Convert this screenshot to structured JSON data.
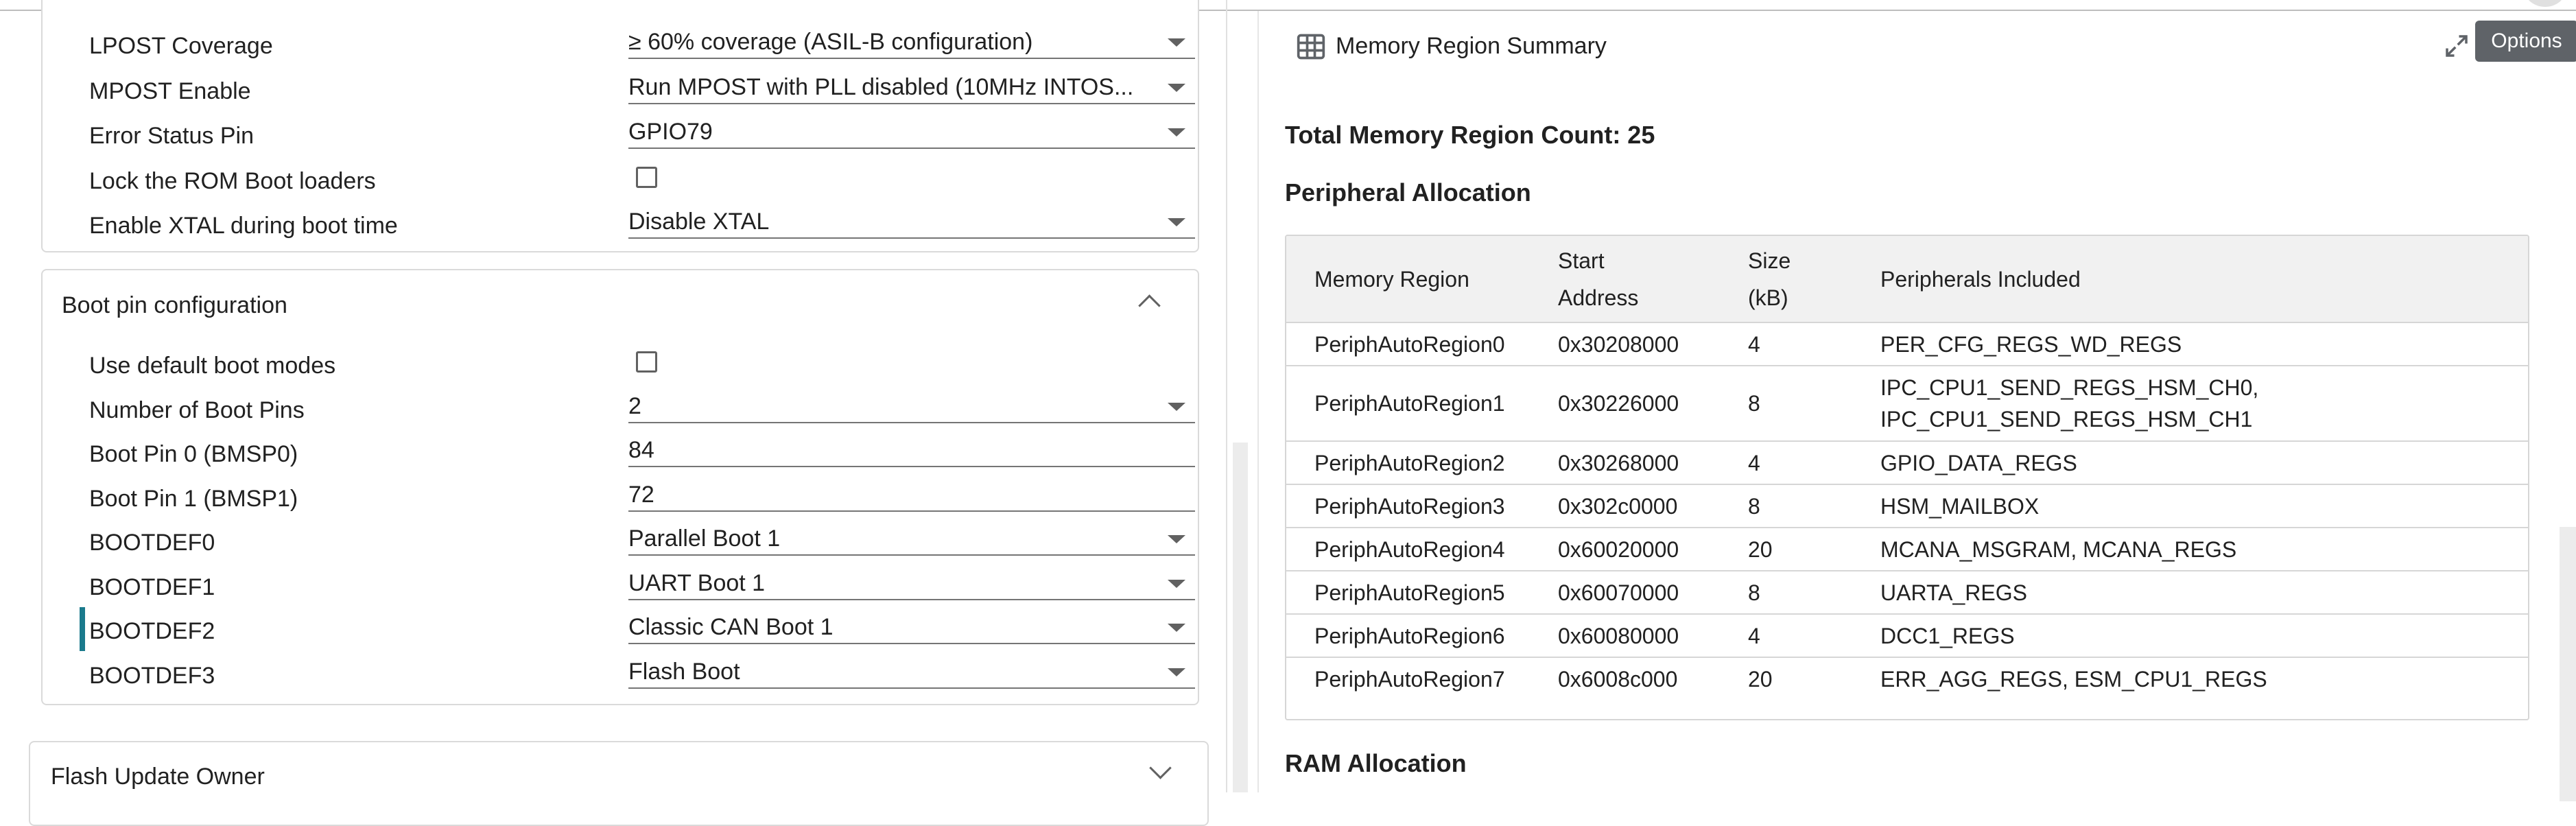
{
  "left_panel": {
    "rows_top": [
      {
        "label": "LPOST Coverage",
        "type": "select",
        "value": "≥ 60% coverage (ASIL-B configuration)"
      },
      {
        "label": "MPOST Enable",
        "type": "select",
        "value": "Run MPOST with PLL disabled (10MHz INTOS..."
      },
      {
        "label": "Error Status Pin",
        "type": "select",
        "value": "GPIO79"
      },
      {
        "label": "Lock the ROM Boot loaders",
        "type": "checkbox",
        "checked": false
      },
      {
        "label": "Enable XTAL during boot time",
        "type": "select",
        "value": "Disable XTAL"
      }
    ],
    "boot_pin_section": {
      "title": "Boot pin configuration",
      "expanded": true,
      "rows": [
        {
          "label": "Use default boot modes",
          "type": "checkbox",
          "checked": false
        },
        {
          "label": "Number of Boot Pins",
          "type": "select",
          "value": "2"
        },
        {
          "label": "Boot Pin 0 (BMSP0)",
          "type": "text",
          "value": "84"
        },
        {
          "label": "Boot Pin 1 (BMSP1)",
          "type": "text",
          "value": "72"
        },
        {
          "label": "BOOTDEF0",
          "type": "select",
          "value": "Parallel Boot 1"
        },
        {
          "label": "BOOTDEF1",
          "type": "select",
          "value": "UART Boot 1"
        },
        {
          "label": "BOOTDEF2",
          "type": "select",
          "value": "Classic CAN Boot 1",
          "focused": true
        },
        {
          "label": "BOOTDEF3",
          "type": "select",
          "value": "Flash Boot"
        }
      ]
    },
    "flash_section": {
      "title": "Flash Update Owner",
      "expanded": false
    }
  },
  "right_panel": {
    "title": "Memory Region Summary",
    "options_label": "Options",
    "grid_icon": "table-grid-icon",
    "expand_icon": "expand-arrows-icon",
    "total_count": "Total Memory Region Count: 25",
    "peripheral_heading": "Peripheral Allocation",
    "ram_heading": "RAM Allocation",
    "table": {
      "headers": [
        "Memory Region",
        "Start Address",
        "Size (kB)",
        "Peripherals Included"
      ],
      "header_lines": [
        [
          "Memory Region"
        ],
        [
          "Start",
          "Address"
        ],
        [
          "Size",
          "(kB)"
        ],
        [
          "Peripherals Included"
        ]
      ],
      "rows": [
        [
          "PeriphAutoRegion0",
          "0x30208000",
          "4",
          "PER_CFG_REGS_WD_REGS"
        ],
        [
          "PeriphAutoRegion1",
          "0x30226000",
          "8",
          "IPC_CPU1_SEND_REGS_HSM_CH0,\nIPC_CPU1_SEND_REGS_HSM_CH1"
        ],
        [
          "PeriphAutoRegion2",
          "0x30268000",
          "4",
          "GPIO_DATA_REGS"
        ],
        [
          "PeriphAutoRegion3",
          "0x302c0000",
          "8",
          "HSM_MAILBOX"
        ],
        [
          "PeriphAutoRegion4",
          "0x60020000",
          "20",
          "MCANA_MSGRAM, MCANA_REGS"
        ],
        [
          "PeriphAutoRegion5",
          "0x60070000",
          "8",
          "UARTA_REGS"
        ],
        [
          "PeriphAutoRegion6",
          "0x60080000",
          "4",
          "DCC1_REGS"
        ],
        [
          "PeriphAutoRegion7",
          "0x6008c000",
          "20",
          "ERR_AGG_REGS, ESM_CPU1_REGS"
        ]
      ]
    }
  }
}
